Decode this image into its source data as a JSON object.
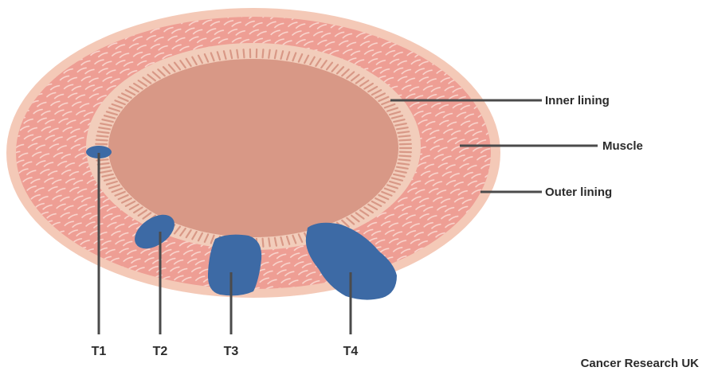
{
  "labels": {
    "inner_lining": "Inner lining",
    "muscle": "Muscle",
    "outer_lining": "Outer lining"
  },
  "stages": [
    "T1",
    "T2",
    "T3",
    "T4"
  ],
  "credit": "Cancer Research UK",
  "colors": {
    "outer_lining": "#f4c9b7",
    "muscle": "#ee9e94",
    "muscle_streak": "#fbe1da",
    "inner_lining": "#f2cdbb",
    "lumen": "#d89886",
    "tumour": "#3d6aa5",
    "leader_line": "#4b4b4b"
  }
}
